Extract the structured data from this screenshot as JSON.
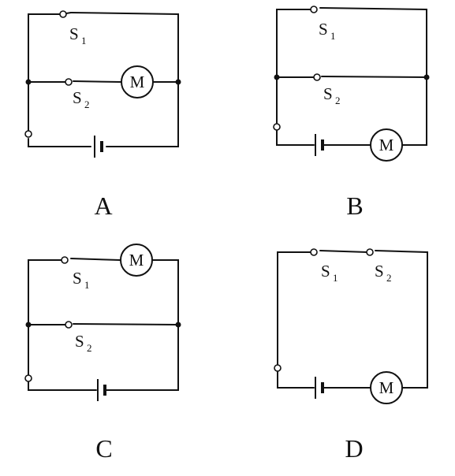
{
  "circuits": [
    {
      "option": "A",
      "switch_upper": {
        "letter": "S",
        "sub": "1"
      },
      "switch_lower": {
        "letter": "S",
        "sub": "2"
      },
      "motor": "M"
    },
    {
      "option": "B",
      "switch_upper": {
        "letter": "S",
        "sub": "1"
      },
      "switch_lower": {
        "letter": "S",
        "sub": "2"
      },
      "motor": "M"
    },
    {
      "option": "C",
      "switch_upper": {
        "letter": "S",
        "sub": "1"
      },
      "switch_lower": {
        "letter": "S",
        "sub": "2"
      },
      "motor": "M"
    },
    {
      "option": "D",
      "switch_upper": {
        "letter": "S",
        "sub": "1"
      },
      "switch_lower": {
        "letter": "S",
        "sub": "2"
      },
      "motor": "M"
    }
  ]
}
